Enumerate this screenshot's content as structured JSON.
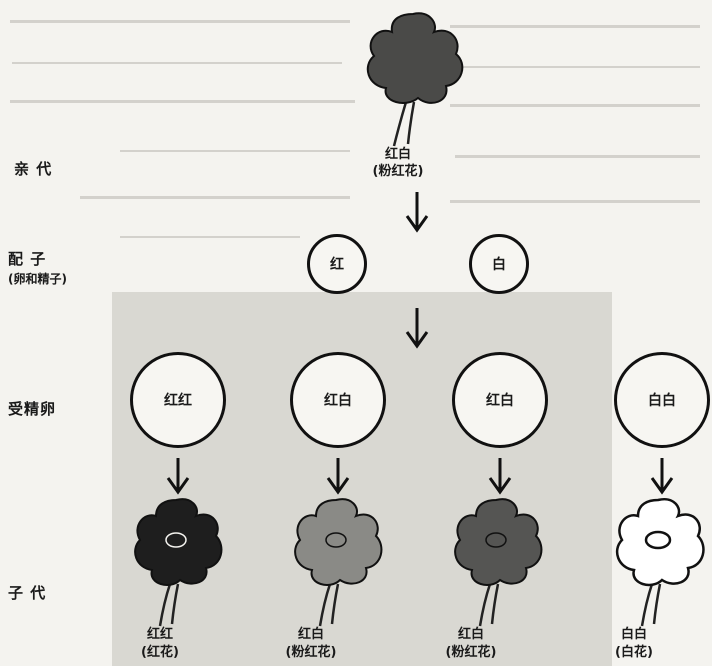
{
  "rows": {
    "parent": "亲  代",
    "gamete": "配  子",
    "gamete_sub": "(卵和精子)",
    "zygote": "受精卵",
    "offspring": "子  代"
  },
  "parent": {
    "genotype": "红白",
    "phenotype": "(粉红花)",
    "color": "#4a4a48"
  },
  "gametes": [
    "红",
    "白"
  ],
  "zygotes": [
    "红红",
    "红白",
    "红白",
    "白白"
  ],
  "offspring": [
    {
      "genotype": "红红",
      "phenotype": "(红花)",
      "color": "#1e1e1e"
    },
    {
      "genotype": "红白",
      "phenotype": "(粉红花)",
      "color": "#8a8a86"
    },
    {
      "genotype": "红白",
      "phenotype": "(粉红花)",
      "color": "#555553"
    },
    {
      "genotype": "白白",
      "phenotype": "(白花)",
      "color": "#ffffff"
    }
  ]
}
